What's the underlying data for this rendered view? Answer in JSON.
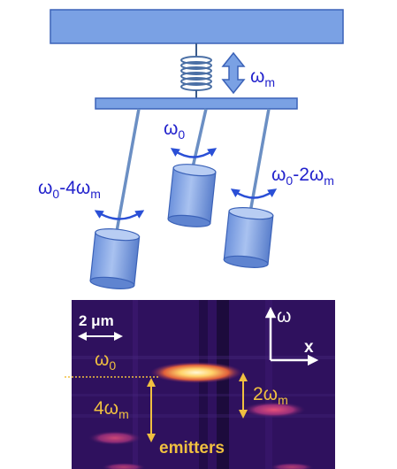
{
  "top_diagram": {
    "labels": {
      "omega_m": {
        "base": "ω",
        "sub": "m"
      },
      "omega_0": {
        "base": "ω",
        "sub": "0"
      },
      "left_freq": {
        "base": "ω",
        "sub1": "0",
        "mid": "-4ω",
        "sub2": "m"
      },
      "right_freq": {
        "base": "ω",
        "sub1": "0",
        "mid": "-2ω",
        "sub2": "m"
      }
    },
    "colors": {
      "bar_fill": "#7aa1e4",
      "bar_stroke": "#3b62b8",
      "rod": "#6b8fc4",
      "arrow": "#2a4fd6",
      "label": "#2222cc"
    }
  },
  "micrograph": {
    "scale_label": "2 μm",
    "axis_omega": "ω",
    "axis_x": "x",
    "ref_label": {
      "base": "ω",
      "sub": "0"
    },
    "gap_4": {
      "base": "4ω",
      "sub": "m"
    },
    "gap_2": {
      "base": "2ω",
      "sub": "m"
    },
    "emitters_label": "emitters",
    "colors": {
      "background": "#2a0f55",
      "annotation": "#f0c040",
      "overlay_white": "#ffffff"
    }
  }
}
